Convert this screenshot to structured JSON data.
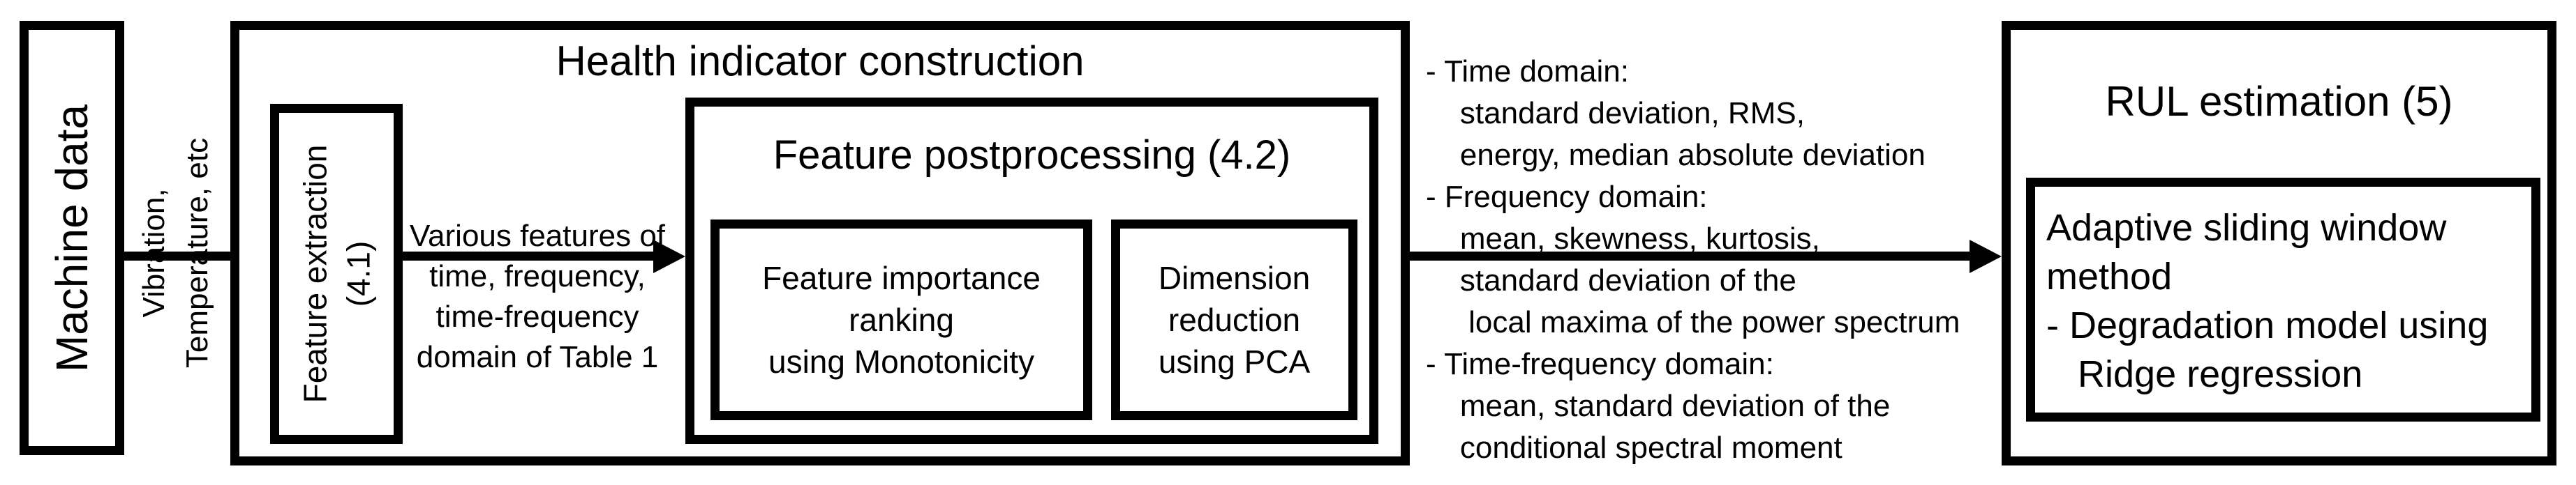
{
  "colors": {
    "stroke": "#000000",
    "background": "#ffffff",
    "text": "#000000"
  },
  "machine_data": {
    "label": "Machine data"
  },
  "input_arrow": {
    "label": "Vibration,\nTemperature, etc"
  },
  "health_indicator": {
    "title": "Health indicator construction",
    "feature_extraction": {
      "label": "Feature extraction\n(4.1)"
    },
    "features_arrow": {
      "label": "Various features of\ntime, frequency,\ntime-frequency\ndomain of Table 1"
    },
    "feature_postprocessing": {
      "title": "Feature postprocessing (4.2)",
      "feature_importance": {
        "label": "Feature importance\nranking\nusing Monotonicity"
      },
      "dimension_reduction": {
        "label": "Dimension\nreduction\nusing PCA"
      }
    }
  },
  "selected_features": {
    "lines": [
      "- Time domain:",
      "    standard deviation, RMS,",
      "    energy, median absolute deviation",
      "- Frequency domain:",
      "    mean, skewness, kurtosis,",
      "    standard deviation of the",
      "     local maxima of the power spectrum",
      "- Time-frequency domain:",
      "    mean, standard deviation of the",
      "    conditional spectral moment"
    ]
  },
  "rul_estimation": {
    "title": "RUL estimation (5)",
    "method": {
      "lines": [
        "Adaptive sliding window",
        "method",
        "- Degradation model using",
        "   Ridge regression"
      ]
    }
  }
}
